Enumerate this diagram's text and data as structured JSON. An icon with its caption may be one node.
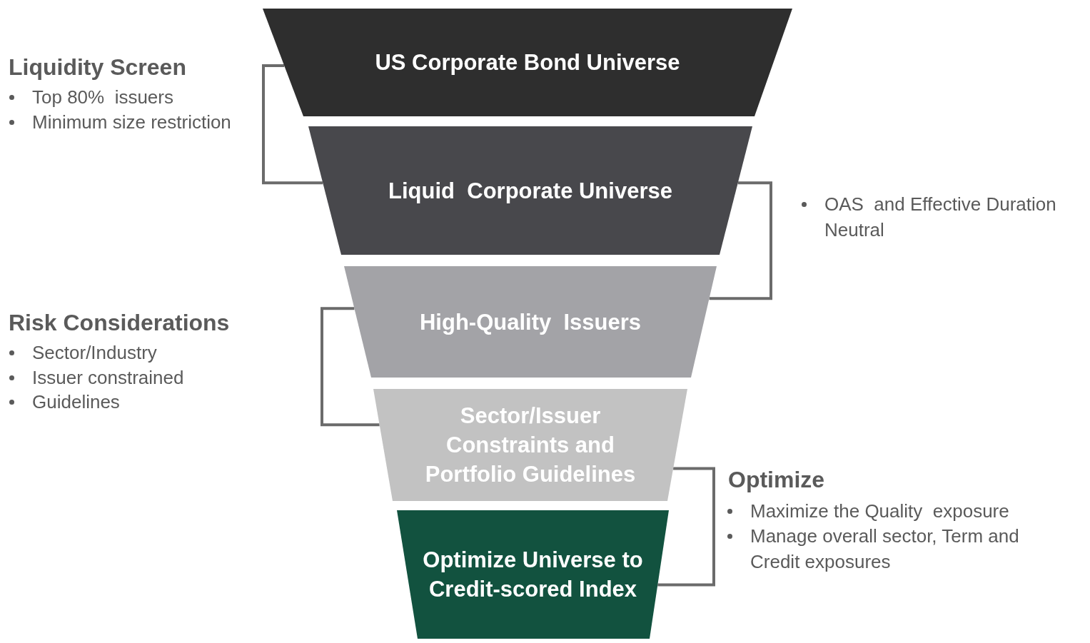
{
  "diagram": {
    "nodes": [
      {
        "text": [
          "US Corporate Bond Universe"
        ]
      },
      {
        "text": [
          "Liquid  Corporate Universe"
        ]
      },
      {
        "text": [
          "High-Quality  Issuers"
        ]
      },
      {
        "text": [
          "Sector/Issuer Constraints and Portfolio Guidelines"
        ]
      },
      {
        "text": [
          "Optimize Universe to Credit-scored Index"
        ]
      }
    ],
    "edges": [
      {
        "from": 0,
        "to": 1,
        "arrow": "none"
      },
      {
        "from": 1,
        "to": 2,
        "arrow": "none"
      },
      {
        "from": 2,
        "to": 3,
        "arrow": "none"
      },
      {
        "from": 3,
        "to": 4,
        "arrow": "none"
      }
    ],
    "labels": [
      "Liquidity Screen",
      "Top 80%  issuers",
      "Minimum size restriction",
      "OAS  and Effective Duration Neutral",
      "Risk Considerations",
      "Sector/Industry",
      "Issuer constrained",
      "Guidelines",
      "Optimize",
      "Maximize the Quality  exposure",
      "Manage overall sector, Term and Credit exposures"
    ]
  }
}
